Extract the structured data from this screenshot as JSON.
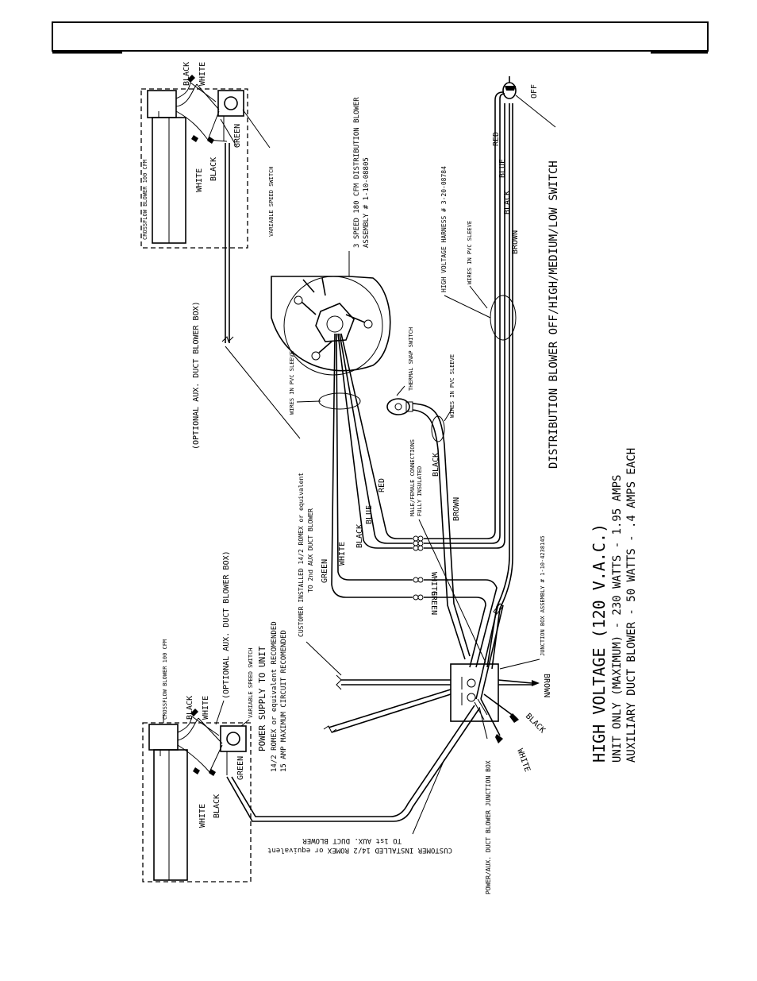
{
  "header": {
    "title": ""
  },
  "title_block": {
    "heading": "HIGH VOLTAGE (120 V.A.C.)",
    "line1": "UNIT ONLY (MAXIMUM) - 230 WATTS - 1.95 AMPS",
    "line2": "AUXILIARY DUCT BLOWER - 50 WATTS - .4 AMPS EACH"
  },
  "switch_label": "DISTRIBUTION BLOWER OFF/HIGH/MEDIUM/LOW SWITCH",
  "switch_off": "OFF",
  "blower": {
    "line1": "3 SPEED 180 CFM DISTRIBUTION BLOWER",
    "line2": "ASSEMBLY # 1-10-08805"
  },
  "harness": "HIGH VOLTAGE HARNESS # 3-20-08784",
  "sleeve": "WIRES IN PVC SLEEVE",
  "thermal": "THERMAL SNAP SWITCH",
  "connections": {
    "line1": "MALE/FEMALE CONNECTIONS",
    "line2": "FULLY INSULATED"
  },
  "junction_assembly": "JUNCTION BOX ASSEMBLY # 1-10-4238145",
  "power_junction": "POWER/AUX. DUCT BLOWER JUNCTION BOX",
  "customer_second": {
    "line1": "CUSTOMER INSTALLED 14/2 ROMEX or equivalent",
    "line2": "TO 2nd AUX DUCT BLOWER"
  },
  "customer_first": {
    "line1": "CUSTOMER INSTALLED 14/2 ROMEX or equivalent",
    "line2": "TO 1st AUX. DUCT BLOWER"
  },
  "power_supply": {
    "line1": "POWER SUPPLY TO UNIT",
    "line2": "14/2 ROMEX or equivalent RECOMENDED",
    "line3": "15 AMP MAXIMUM CIRCUIT RECOMENDED"
  },
  "optional_box": "(OPTIONAL AUX. DUCT BLOWER BOX)",
  "crossflow": "CROSSFLOW BLOWER 100 CFM",
  "variable_switch": "VARIABLE SPEED SWITCH",
  "wires": {
    "black": "BLACK",
    "white": "WHITE",
    "green": "GREEN",
    "blue": "BLUE",
    "red": "RED",
    "brown": "BROWN"
  }
}
